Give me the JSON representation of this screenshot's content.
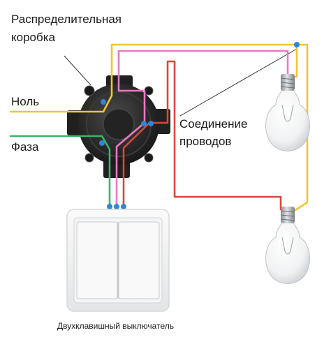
{
  "labels": {
    "junction_box_line1": "Распределительная",
    "junction_box_line2": "коробка",
    "neutral": "Ноль",
    "phase": "Фаза",
    "connection_line1": "Соединение",
    "connection_line2": "проводов",
    "switch_caption": "Двухклавишный выключатель"
  },
  "colors": {
    "neutral_wire": "#f2c431",
    "phase_wire": "#39b56a",
    "lamp1_wire": "#e879c6",
    "lamp2_wire": "#d9473c",
    "connection_dot": "#2f86d6",
    "junction_box": "#2a2a2a"
  },
  "icons": {
    "lamp": "light-bulb-icon",
    "switch": "double-switch-icon",
    "box": "junction-box-icon"
  }
}
